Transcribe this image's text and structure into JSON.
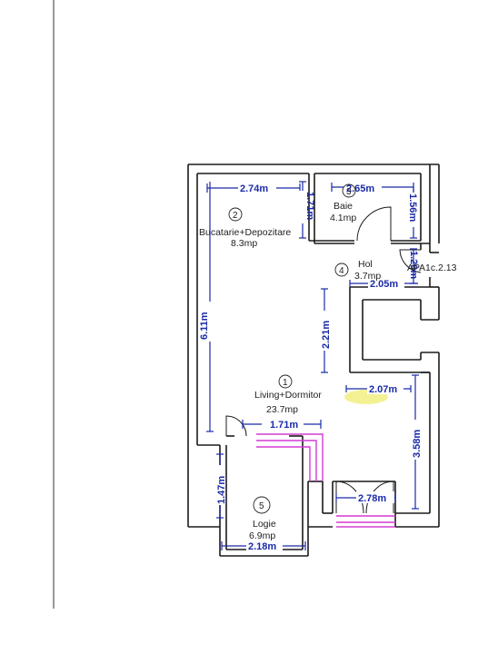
{
  "plan": {
    "apartment_code": "A1c.2.13",
    "apartment_code_prefix": "AP.",
    "colors": {
      "wall": "#1b1b1b",
      "dimension": "#1a2aa8",
      "stairs": "#d43ad4",
      "highlight": "#f3f08a",
      "page": "#ffffff"
    },
    "rooms": [
      {
        "number": "1",
        "name": "Living+Dormitor",
        "area": "23.7mp"
      },
      {
        "number": "2",
        "name": "Bucatarie+Depozitare",
        "area": "8.3mp"
      },
      {
        "number": "3",
        "name": "Baie",
        "area": "4.1mp"
      },
      {
        "number": "4",
        "name": "Hol",
        "area": "3.7mp"
      },
      {
        "number": "5",
        "name": "Logie",
        "area": "6.9mp"
      }
    ],
    "dimensions": {
      "kitchen_width": "2.74m",
      "kitchen_depth": "1.71m",
      "bath_width": "2.65m",
      "bath_depth": "1.56m",
      "hall_depth": "1.20m",
      "hall_width": "2.05m",
      "left_wall": "6.11m",
      "center_height": "2.21m",
      "living_width": "2.07m",
      "logia_door_width": "1.71m",
      "right_wall": "3.58m",
      "logia_depth": "1.47m",
      "balcony_door_width": "2.78m",
      "logia_width": "2.18m"
    }
  }
}
